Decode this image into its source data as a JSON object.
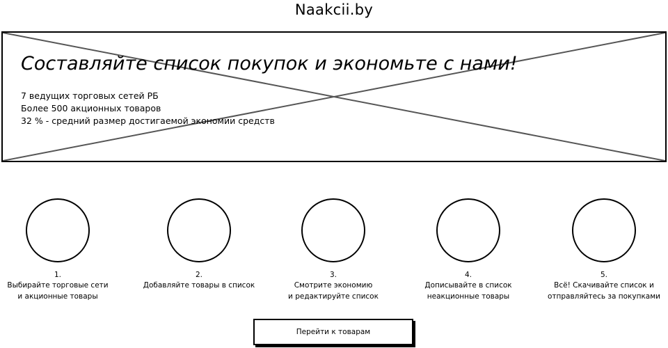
{
  "header": {
    "site_title": "Naakcii.by"
  },
  "hero": {
    "title": "Составляйте список покупок и экономьте с нами!",
    "facts": [
      "7 ведущих торговых сетей РБ",
      "Более 500 акционных товаров",
      "32 % - средний размер достигаемой экономии средств"
    ]
  },
  "steps": [
    {
      "number": "1.",
      "text": "Выбирайте торговые сети\nи акционные товары"
    },
    {
      "number": "2.",
      "text": "Добавляйте товары в список"
    },
    {
      "number": "3.",
      "text": "Смотрите экономию\nи редактируйте список"
    },
    {
      "number": "4.",
      "text": "Дописывайте в список\nнеакционные товары"
    },
    {
      "number": "5.",
      "text": "Всё! Скачивайте список и\nотправляйтесь за покупками"
    }
  ],
  "actions": {
    "go_to_products_label": "Перейти к товарам"
  }
}
